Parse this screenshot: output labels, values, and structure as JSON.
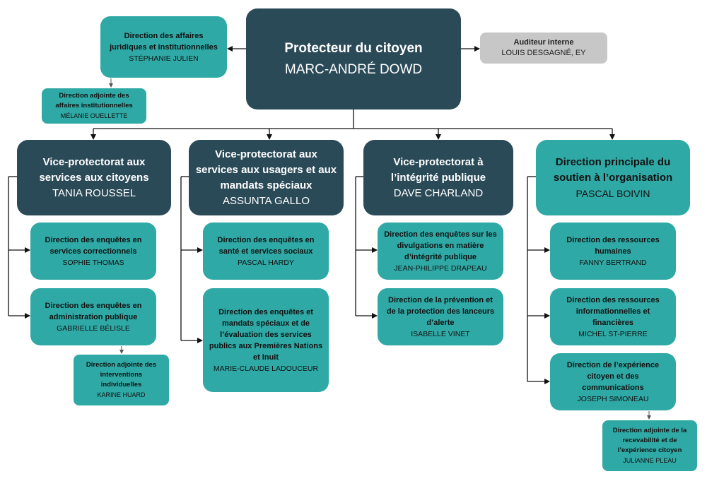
{
  "top": {
    "title": "Protecteur du citoyen",
    "name": "MARC-ANDRÉ DOWD"
  },
  "auditor": {
    "title": "Auditeur interne",
    "name": "LOUIS DESGAGNÉ, EY"
  },
  "legal": {
    "title": "Direction des affaires juridiques et institutionnelles",
    "name": "STÉPHANIE JULIEN"
  },
  "legal_sub": {
    "title": "Direction adjointe des affaires institutionnelles",
    "name": "MÉLANIE OUELLETTE"
  },
  "vp1": {
    "title": "Vice-protectorat aux services aux citoyens",
    "name": "TANIA ROUSSEL",
    "units": [
      {
        "title": "Direction des enquêtes en services correctionnels",
        "name": "SOPHIE THOMAS"
      },
      {
        "title": "Direction des enquêtes en administration publique",
        "name": "GABRIELLE BÉLISLE"
      }
    ],
    "sub": {
      "title": "Direction adjointe des interventions individuelles",
      "name": "KARINE HUARD"
    }
  },
  "vp2": {
    "title": "Vice-protectorat aux services aux usagers et aux mandats spéciaux",
    "name": "ASSUNTA GALLO",
    "units": [
      {
        "title": "Direction des enquêtes en santé et services sociaux",
        "name": "PASCAL HARDY"
      },
      {
        "title": "Direction des enquêtes et mandats spéciaux et de l’évaluation des services publics aux Premières Nations et Inuit",
        "name": "MARIE-CLAUDE LADOUCEUR"
      }
    ]
  },
  "vp3": {
    "title": "Vice-protectorat à l’intégrité publique",
    "name": "DAVE CHARLAND",
    "units": [
      {
        "title": "Direction des enquêtes sur les divulgations en matière d’intégrité publique",
        "name": "JEAN-PHILIPPE DRAPEAU"
      },
      {
        "title": "Direction de la prévention et de la protection des lanceurs d’alerte",
        "name": "ISABELLE VINET"
      }
    ]
  },
  "vp4": {
    "title": "Direction principale du soutien à l’organisation",
    "name": "PASCAL BOIVIN",
    "units": [
      {
        "title": "Direction des ressources humaines",
        "name": "FANNY BERTRAND"
      },
      {
        "title": "Direction des ressources informationnelles et financières",
        "name": "MICHEL ST-PIERRE"
      },
      {
        "title": "Direction de l’expérience citoyen et des communications",
        "name": "JOSEPH SIMONEAU"
      }
    ],
    "sub": {
      "title": "Direction adjointe de la recevabilité et de l’expérience citoyen",
      "name": "JULIANNE PLEAU"
    }
  },
  "colors": {
    "dark": "#2b4a58",
    "teal": "#2fa9a5",
    "grey": "#c7c7c7",
    "line": "#111111"
  }
}
